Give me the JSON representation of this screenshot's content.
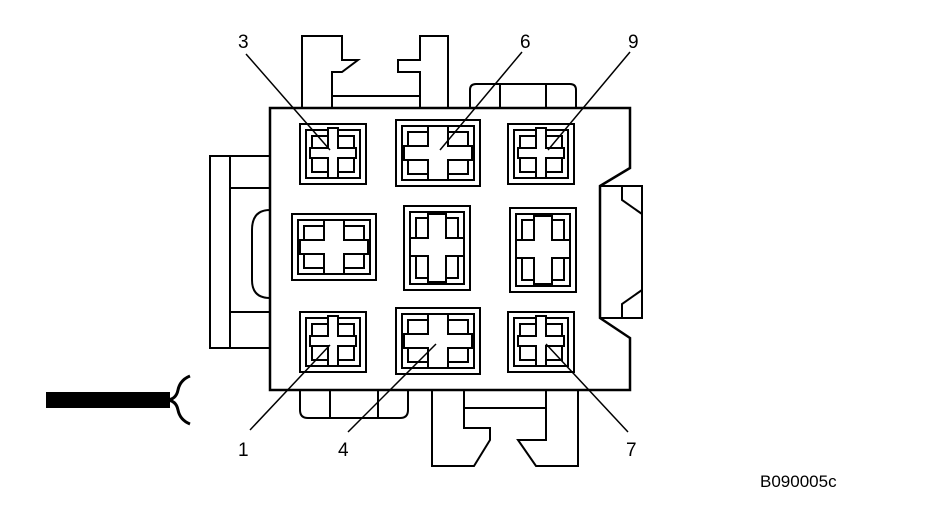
{
  "diagram": {
    "figure_code": "B090005c",
    "pin_labels": {
      "p1": "1",
      "p3": "3",
      "p4": "4",
      "p6": "6",
      "p7": "7",
      "p9": "9"
    }
  }
}
